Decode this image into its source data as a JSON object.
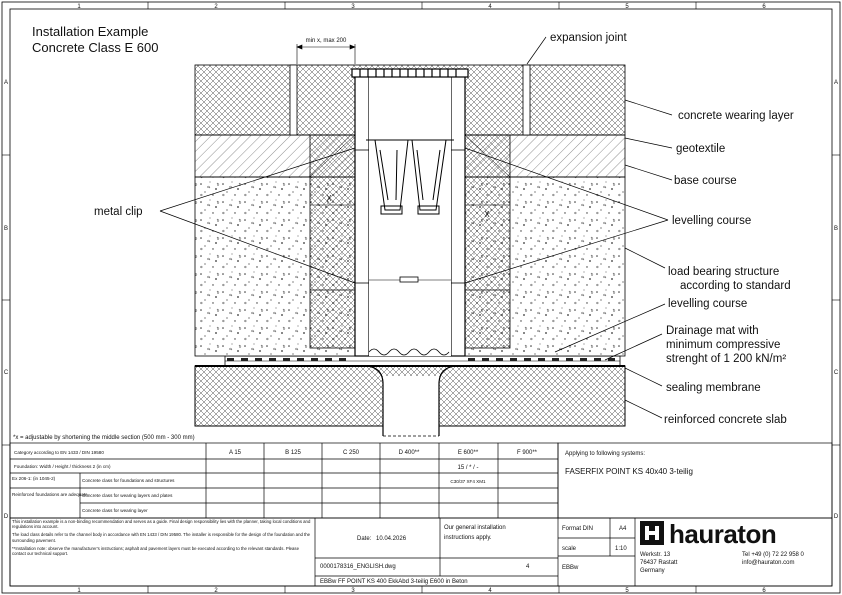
{
  "title": {
    "line1": "Installation Example",
    "line2": "Concrete Class E 600"
  },
  "grid": {
    "cols": [
      "1",
      "2",
      "3",
      "4",
      "5",
      "6"
    ],
    "rows": [
      "A",
      "B",
      "C",
      "D"
    ]
  },
  "dimension": {
    "top": "min x, max 200",
    "x_mark": "X"
  },
  "labels": {
    "expansion_joint": "expansion joint",
    "concrete_wearing_layer": "concrete wearing layer",
    "geotextile": "geotextile",
    "base_course": "base course",
    "metal_clip": "metal clip",
    "levelling_course_1": "levelling course",
    "load_bearing_1": "load bearing structure",
    "load_bearing_2": "according to standard",
    "levelling_course_2": "levelling course",
    "drainage_1": "Drainage mat with",
    "drainage_2": "minimum compressive",
    "drainage_3": "strenght of 1 200 kN/m²",
    "sealing_membrane": "sealing membrane",
    "reinforced_slab": "reinforced concrete slab"
  },
  "footnote": "*x = adjustable by shortening the middle section (500 mm - 300 mm)",
  "load_table": {
    "category_label": "Category according to EN 1433 / DIN 19580",
    "classes": [
      "A 15",
      "B 125",
      "C 250",
      "D 400**",
      "E 600**",
      "F 900**"
    ],
    "foundation_label": "Foundation: Width / Height / thickness 2 (in cm)",
    "foundation_e600": "15 / * / -",
    "concrete_label_1": "Ex 206-1: (in 1045-2)",
    "concrete_label_2": "Reinforced foundations are adequate",
    "concrete_row_1": "Concrete class for foundations and structures",
    "concrete_row_2": "Concrete class for wearing layers and plates",
    "concrete_row_3": "Concrete class for wearing layer",
    "concrete_value": "C30/37 XF4 XM1"
  },
  "systems": {
    "heading": "Applying to following systems:",
    "name": "FASERFIX POINT KS 40x40 3-teilig"
  },
  "notes": {
    "p1": "This installation example is a non-binding recommendation and serves as a guide. Final design responsibility lies with the planner, taking local conditions and regulations into account.",
    "p2": "The load class details refer to the channel body in accordance with EN 1433 / DIN 19580. The installer is responsible for the design of the foundation and the surrounding pavement.",
    "p3": "**Installation note: observe the manufacturer's instructions; asphalt and pavement layers must be executed according to the relevant standards. Please contact our technical support."
  },
  "meta": {
    "file": "0000178316_ENGLISH.dwg",
    "date_label": "Date:",
    "date": "10.04.2026",
    "instructions": "Our general installation instructions apply.",
    "sheet": "4",
    "format_label": "Format DIN",
    "format": "A4",
    "scale_label": "scale",
    "scale": "1:10",
    "author": "EBBw",
    "drawing_title": "EBBw FF POINT KS 400 EkkAbd 3-teilig E600 in Beton"
  },
  "company": {
    "name": "hauraton",
    "street": "Werkstr. 13",
    "city": "76437 Rastatt",
    "country": "Germany",
    "phone": "Tel +49 (0) 72 22 958 0",
    "email": "info@hauraton.com"
  }
}
